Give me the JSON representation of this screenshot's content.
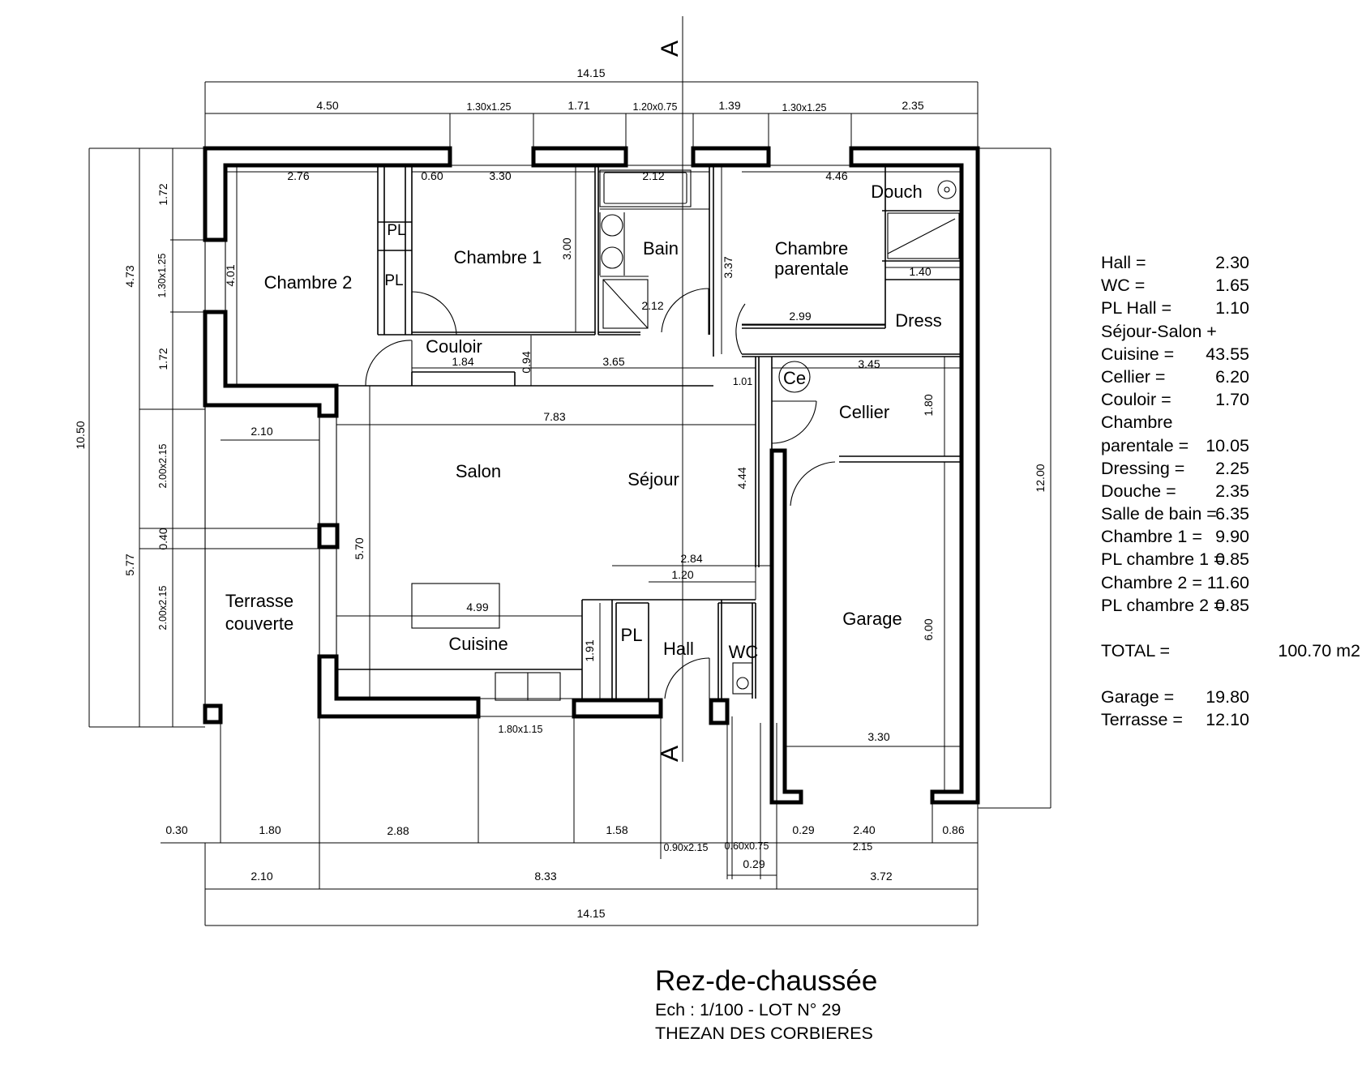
{
  "plan": {
    "section_marker": "A",
    "rooms": {
      "chambre2": "Chambre 2",
      "chambre1": "Chambre 1",
      "bain": "Bain",
      "chambre_parentale_l1": "Chambre",
      "chambre_parentale_l2": "parentale",
      "douch": "Douch",
      "dress": "Dress",
      "couloir": "Couloir",
      "ce": "Ce",
      "cellier": "Cellier",
      "salon": "Salon",
      "sejour": "Séjour",
      "garage": "Garage",
      "terrasse_l1": "Terrasse",
      "terrasse_l2": "couverte",
      "cuisine": "Cuisine",
      "pl": "PL",
      "hall": "Hall",
      "wc": "WC"
    },
    "dimensions": {
      "overall_width": "14.15",
      "top_4_50": "4.50",
      "top_win1": "1.30x1.25",
      "top_1_71": "1.71",
      "top_win2": "1.20x0.75",
      "top_1_39": "1.39",
      "top_win3": "1.30x1.25",
      "top_2_35": "2.35",
      "c2_width": "2.76",
      "pl_width": "0.60",
      "c1_width": "3.30",
      "bain_width": "2.12",
      "cp_width": "4.46",
      "c2_depth": "4.01",
      "c1_depth": "3.00",
      "bain_inner": "2.12",
      "cp_depth": "3.37",
      "douche_width": "1.40",
      "dress_width": "2.99",
      "couloir_1_84": "1.84",
      "couloir_0_94": "0.94",
      "couloir_3_65": "3.65",
      "couloir_1_01": "1.01",
      "cellier_width": "3.45",
      "cellier_depth": "1.80",
      "salon_width": "7.83",
      "sejour_depth": "4.44",
      "kitchen_2_84": "2.84",
      "hall_1_20": "1.20",
      "kitchen_4_99": "4.99",
      "salon_depth": "5.70",
      "kitchen_1_91": "1.91",
      "terrasse_width": "2.10",
      "garage_depth": "6.00",
      "garage_width": "3.30",
      "left_1_72a": "1.72",
      "left_win": "1.30x1.25",
      "left_1_72b": "1.72",
      "left_4_73": "4.73",
      "left_door1": "2.00x2.15",
      "left_0_40": "0.40",
      "left_door2": "2.00x2.15",
      "left_5_77": "5.77",
      "left_10_50": "10.50",
      "right_12_00": "12.00",
      "bottom_win": "1.80x1.15",
      "b_0_30": "0.30",
      "b_1_80": "1.80",
      "b_2_88": "2.88",
      "b_1_58": "1.58",
      "b_door": "0.90x2.15",
      "b_win_wc": "0.60x0.75",
      "b_0_29a": "0.29",
      "b_0_29b": "0.29",
      "b_2_40": "2.40",
      "b_0_86": "0.86",
      "b_2_15": "2.15",
      "b_2_10": "2.10",
      "b_8_33": "8.33",
      "b_3_72": "3.72",
      "b_14_15": "14.15"
    }
  },
  "areas": [
    {
      "label": "Hall =",
      "value": "2.30"
    },
    {
      "label": "WC =",
      "value": "1.65"
    },
    {
      "label": "PL Hall =",
      "value": "1.10"
    },
    {
      "label": "Séjour-Salon +",
      "value": ""
    },
    {
      "label": "Cuisine =",
      "value": "43.55"
    },
    {
      "label": "Cellier =",
      "value": "6.20"
    },
    {
      "label": "Couloir =",
      "value": "1.70"
    },
    {
      "label": "Chambre",
      "value": ""
    },
    {
      "label": "parentale =",
      "value": "10.05"
    },
    {
      "label": "Dressing =",
      "value": "2.25"
    },
    {
      "label": "Douche =",
      "value": "2.35"
    },
    {
      "label": "Salle de bain =",
      "value": "6.35"
    },
    {
      "label": "Chambre 1 =",
      "value": "9.90"
    },
    {
      "label": "PL chambre 1 =",
      "value": "0.85"
    },
    {
      "label": "Chambre 2 =",
      "value": "11.60"
    },
    {
      "label": "PL chambre 2 =",
      "value": "0.85"
    }
  ],
  "total": {
    "label": "TOTAL =",
    "value": "100.70 m2"
  },
  "extra_areas": [
    {
      "label": "Garage =",
      "value": "19.80"
    },
    {
      "label": "Terrasse =",
      "value": "12.10"
    }
  ],
  "title": {
    "main": "Rez-de-chaussée",
    "sub": "Ech : 1/100  - LOT N° 29",
    "place": "THEZAN DES CORBIERES"
  }
}
